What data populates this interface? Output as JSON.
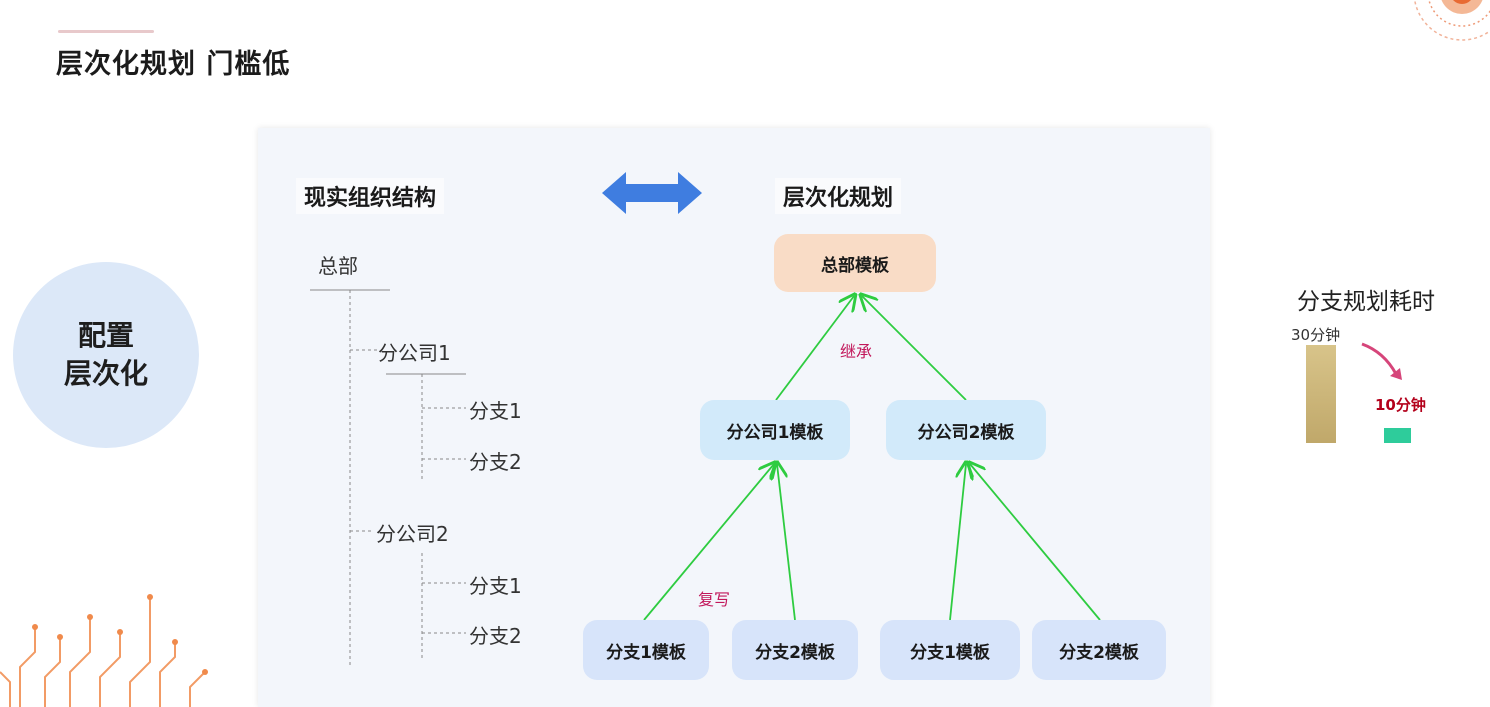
{
  "page": {
    "title": "层次化规划 门槛低"
  },
  "circle": {
    "line1": "配置",
    "line2": "层次化"
  },
  "org": {
    "title": "现实组织结构",
    "hq": "总部",
    "company1": {
      "name": "分公司1",
      "branches": [
        "分支1",
        "分支2"
      ]
    },
    "company2": {
      "name": "分公司2",
      "branches": [
        "分支1",
        "分支2"
      ]
    }
  },
  "plan": {
    "title": "层次化规划",
    "hq_template": "总部模板",
    "company_templates": [
      "分公司1模板",
      "分公司2模板"
    ],
    "branch_templates": [
      "分支1模板",
      "分支2模板",
      "分支1模板",
      "分支2模板"
    ],
    "inherit_label": "继承",
    "override_label": "复写"
  },
  "stats": {
    "title": "分支规划耗时",
    "before_label": "30分钟",
    "after_label": "10分钟",
    "before_minutes": 30,
    "after_minutes": 10
  },
  "colors": {
    "arrow_blue": "#3f7de0",
    "green_arrow": "#2ecc40",
    "red_label": "#c2185b",
    "bar_before": "#cdb87a",
    "bar_after": "#2ecc9b"
  }
}
